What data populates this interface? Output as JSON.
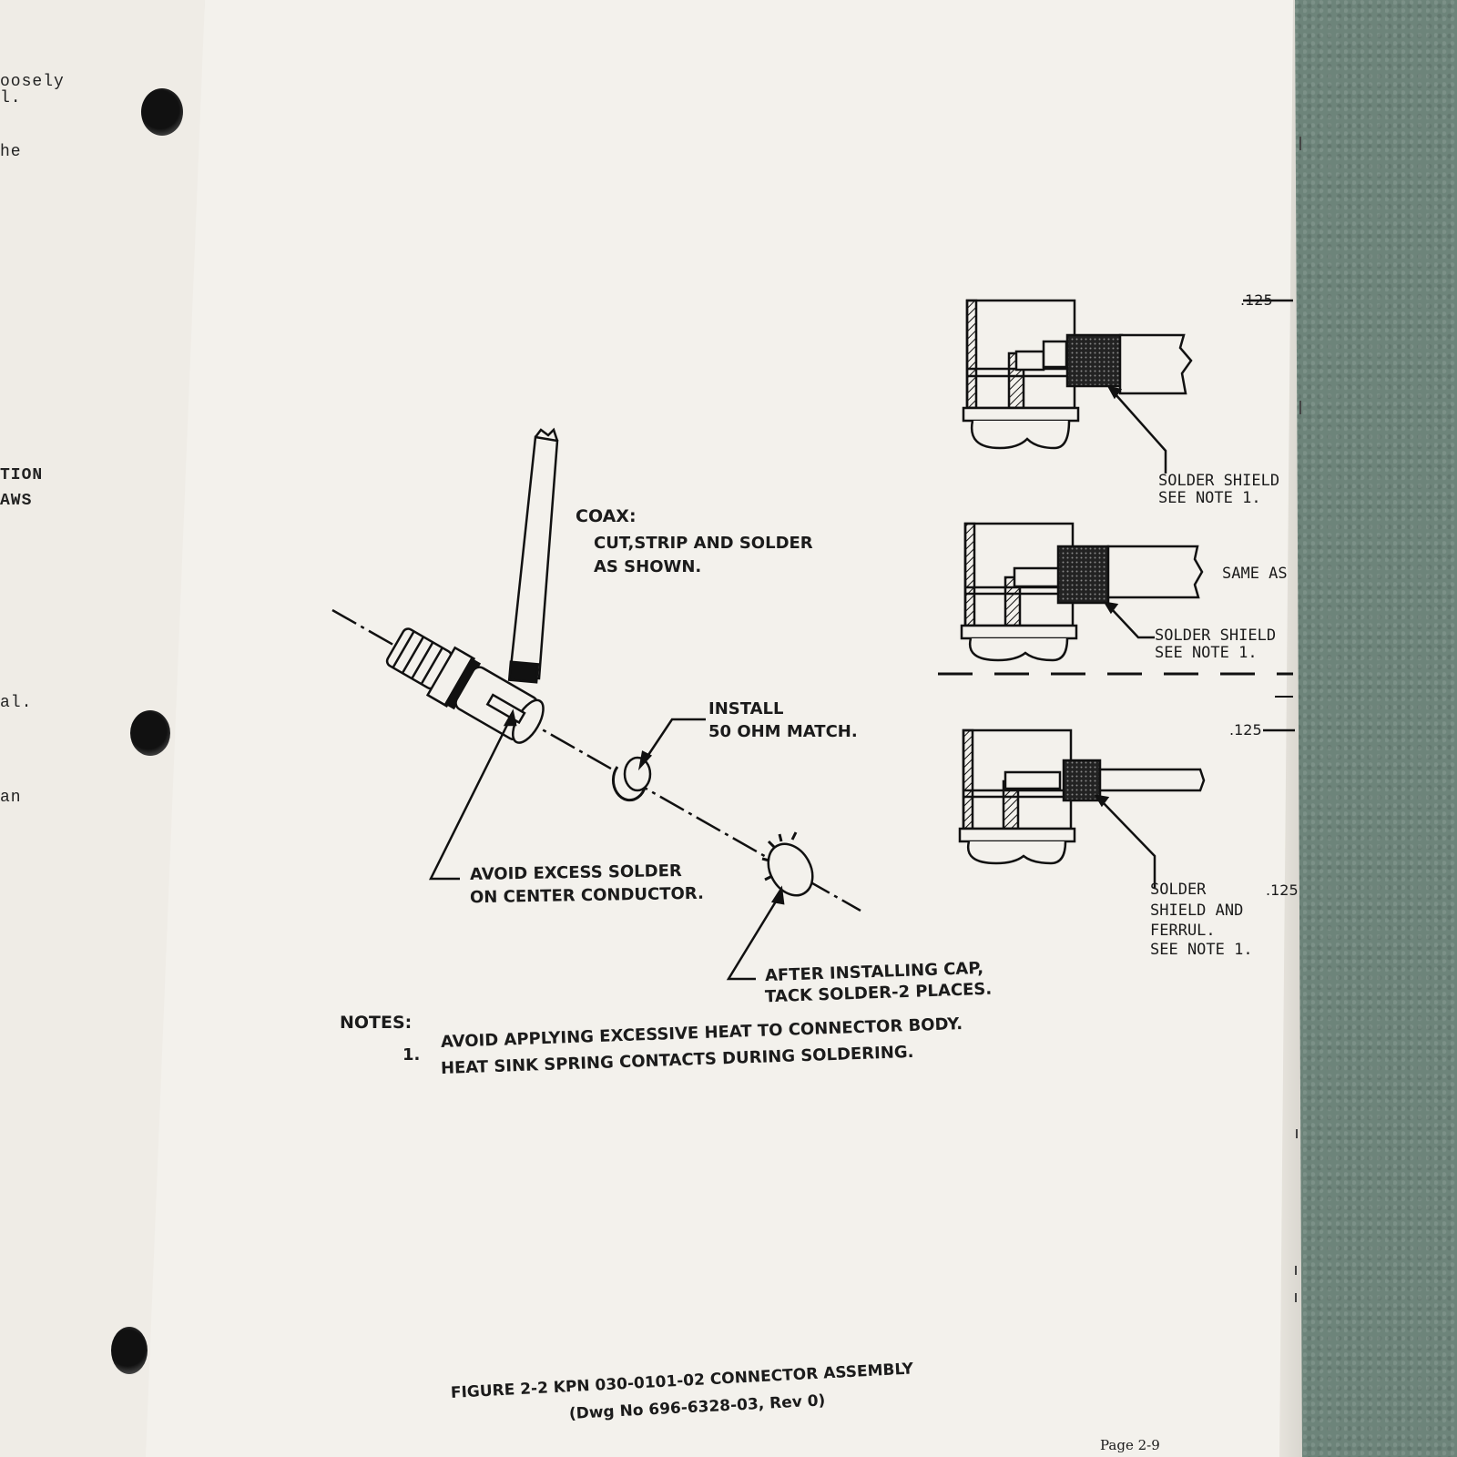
{
  "left_page": {
    "fragments": [
      "oosely",
      "l.",
      "he",
      "TION",
      "AWS",
      "al.",
      "an"
    ]
  },
  "figure": {
    "coax_title": "COAX:",
    "coax_line1": "CUT,STRIP AND SOLDER",
    "coax_line2": "AS SHOWN.",
    "install_line1": "INSTALL",
    "install_line2": "50 OHM MATCH.",
    "avoid_line1": "AVOID EXCESS SOLDER",
    "avoid_line2": "ON CENTER CONDUCTOR.",
    "after_line1": "AFTER INSTALLING CAP,",
    "after_line2": "TACK SOLDER-2 PLACES.",
    "detail1_dim": ".125",
    "detail1_note1": "SOLDER SHIELD",
    "detail1_note2": "SEE NOTE 1.",
    "detail2_same": "SAME AS",
    "detail2_note1": "SOLDER SHIELD",
    "detail2_note2": "SEE NOTE 1.",
    "detail3_dim": ".125",
    "detail3_note1": "SOLDER",
    "detail3_note2": "SHIELD AND",
    "detail3_note3": "FERRUL.",
    "detail3_note4": "SEE NOTE 1.",
    "detail3_dim2": ".125"
  },
  "notes": {
    "heading": "NOTES:",
    "number": "1.",
    "line1": "AVOID APPLYING EXCESSIVE HEAT TO CONNECTOR BODY.",
    "line2": "HEAT SINK SPRING CONTACTS DURING SOLDERING."
  },
  "caption": {
    "title": "FIGURE 2-2 KPN 030-0101-02 CONNECTOR ASSEMBLY",
    "subtitle": "(Dwg No 696-6328-03, Rev 0)"
  },
  "page_number": "Page 2-9"
}
